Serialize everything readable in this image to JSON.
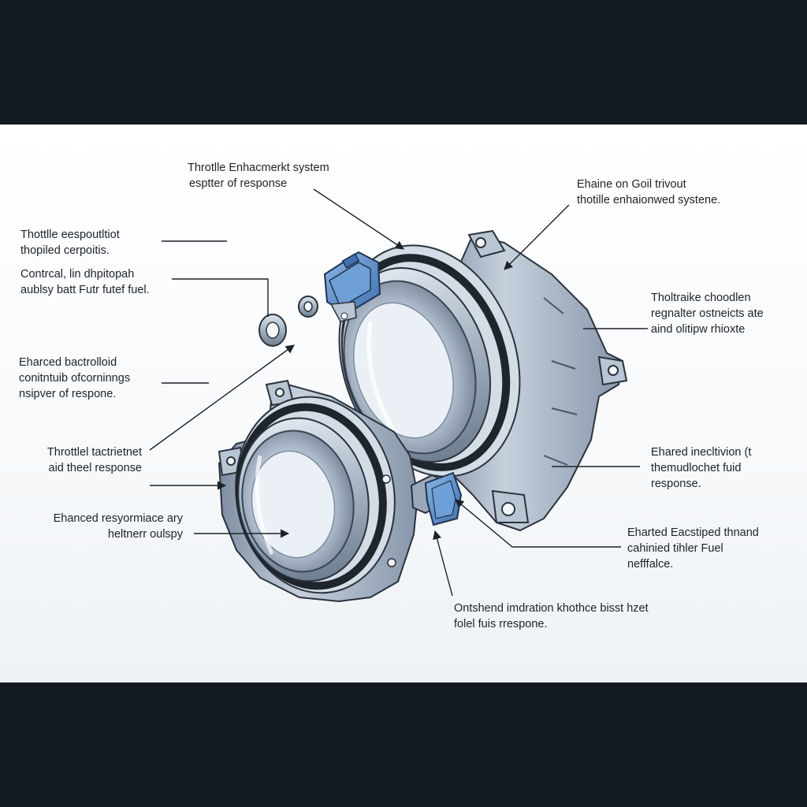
{
  "image": {
    "accent_blue": "#4f86c6",
    "metal_light": "#c9d3df",
    "metal_mid": "#8f9eb0",
    "metal_dark": "#3b4654",
    "outline": "#2a323c",
    "band_color": "#141a21"
  },
  "callouts": [
    {
      "id": "c1",
      "lines": [
        "Throtlle Enhacmerkt system",
        "esptter of response"
      ]
    },
    {
      "id": "c2",
      "lines": [
        "Ehaine on Goil trivout",
        "thotille enhaionwed systene."
      ]
    },
    {
      "id": "c3",
      "lines": [
        "Thottlle eespoutltiot",
        "thopiled cerpoitis."
      ]
    },
    {
      "id": "c4",
      "lines": [
        "Contrcal, lin dhpitopah",
        "aublsy batt Futr futef fuel."
      ]
    },
    {
      "id": "c5",
      "lines": [
        "Tholtraike choodlen",
        "regnalter ostneicts ate",
        "aind olitipw rhioxte"
      ]
    },
    {
      "id": "c6",
      "lines": [
        "Eharced bactrolloid",
        "conitntuib ofcorninngs",
        "nsipver of respone."
      ]
    },
    {
      "id": "c7",
      "lines": [
        "Throttlel tactrietnet",
        "aid theel response"
      ]
    },
    {
      "id": "c8",
      "lines": [
        "Ehared inecltivion (t",
        "themudlochet fuid",
        "response."
      ]
    },
    {
      "id": "c9",
      "lines": [
        "Ehanced resyormiace ary",
        "heltnerr oulspy"
      ]
    },
    {
      "id": "c10",
      "lines": [
        "Eharted Eacstiped thnand",
        "cahinied tihler Fuel",
        "nefffalce."
      ]
    },
    {
      "id": "c11",
      "lines": [
        "Ontshend imdration khothce bisst hzet",
        "folel fuis rrespone."
      ]
    }
  ]
}
